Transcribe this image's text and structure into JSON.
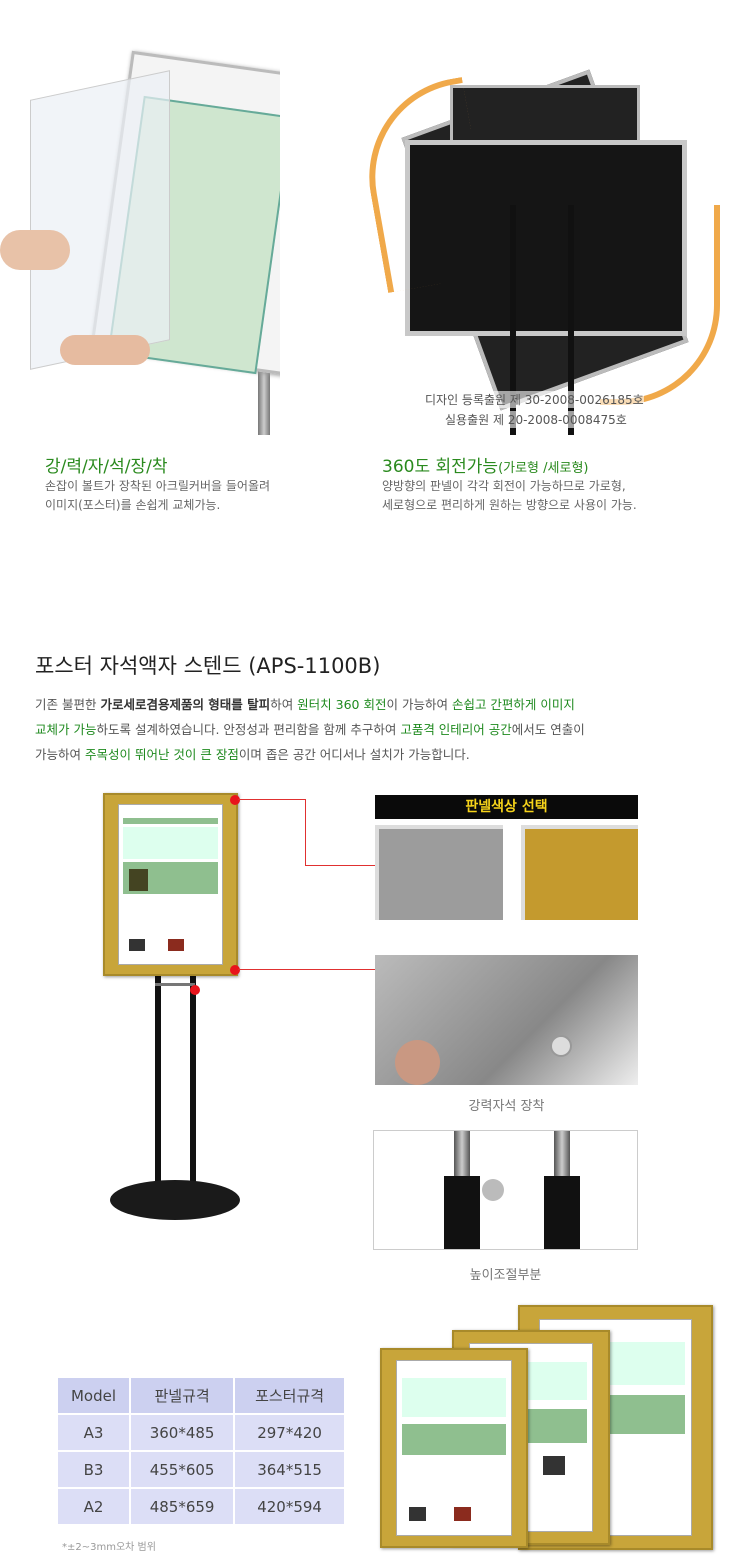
{
  "top_left": {
    "title": "강/력/자/석/장/착",
    "text1": "손잡이 볼트가 장착된  아크릴커버을 들어올려",
    "text2": "이미지(포스터)를 손쉽게 교체가능."
  },
  "top_right": {
    "title": "360도 회전가능",
    "title_small": "(가로형 /세로형)",
    "text1": "양방향의 판넬이 각각 회전이 가능하므로 가로형,",
    "text2": "세로형으로 편리하게 원하는 방향으로 사용이 가능.",
    "reg1": "디자인 등록출원 제 30-2008-0026185호",
    "reg2": "실용출원 제 20-2008-0008475호"
  },
  "product": {
    "title": "포스터 자석액자 스텐드 (APS-1100B)",
    "p1": [
      "기존 불편한 ",
      "가로세로겸용제품의 형태를  ",
      "탈피",
      "하여 ",
      "원터치 360 회전",
      "이 가능하여 ",
      "손쉽고 간편하게 이미지"
    ],
    "p2": [
      "교체가 가능",
      "하도록 설계하였습니다. 안정성과 편리함을 함께 추구하여 ",
      "고품격 인테리어 공간",
      "에서도 연출이"
    ],
    "p3": [
      "가능하여 ",
      "주목성이 뛰어난 것이 큰 장점",
      "이며  좁은 공간 어디서나 설치가 가능합니다."
    ]
  },
  "panel_color": {
    "header": "판넬색상 선택"
  },
  "magnet_caption": "강력자석 장착",
  "height_caption": "높이조절부분",
  "spec_table": {
    "headers": [
      "Model",
      "판넬규격",
      "포스터규격"
    ],
    "rows": [
      [
        "A3",
        "360*485",
        "297*420"
      ],
      [
        "B3",
        "455*605",
        "364*515"
      ],
      [
        "A2",
        "485*659",
        "420*594"
      ]
    ],
    "note": "*±2~3mm오차 범위"
  },
  "colors": {
    "green": "#1f8a1f",
    "red": "#e8141c",
    "gold": "#c8a53a"
  }
}
